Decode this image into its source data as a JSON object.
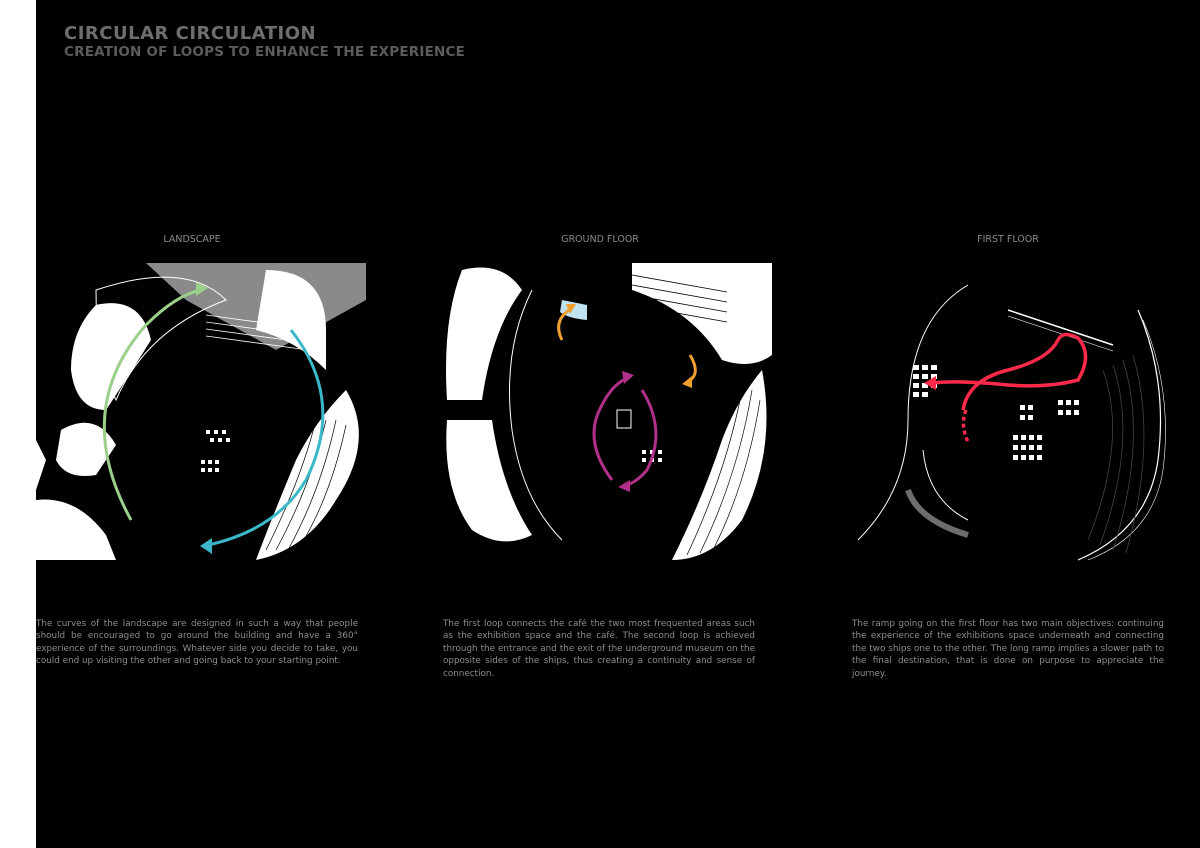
{
  "header": {
    "title": "CIRCULAR CIRCULATION",
    "subtitle": "CREATION OF LOOPS TO ENHANCE THE EXPERIENCE"
  },
  "panels": [
    {
      "label": "LANDSCAPE",
      "caption": "The curves of the landscape are designed in such a way that people should be encouraged to go around the building and have a 360° experience of the surroundings. Whatever side you decide to take, you could end up visiting the other and going back to your starting point."
    },
    {
      "label": "GROUND FLOOR",
      "caption": "The first loop connects the café the two most frequented areas such as the exhibition space and the café. The second loop is achieved through the entrance and the exit of the underground museum on the opposite sides of the ships, thus creating a continuity and sense of connection."
    },
    {
      "label": "FIRST FLOOR",
      "caption": "The ramp going on the first floor has two main objectives: continuing the experience of the exhibitions space underneath and connecting the two ships one to the other. The long ramp implies a slower path to the final destination, that is done on purpose to appreciate the journey."
    }
  ],
  "colors": {
    "green_loop": "#9bd08a",
    "blue_loop": "#3ab7c8",
    "orange_loop": "#f0a030",
    "magenta_loop": "#b0308a",
    "red_ramp": "#ff2a4a"
  }
}
